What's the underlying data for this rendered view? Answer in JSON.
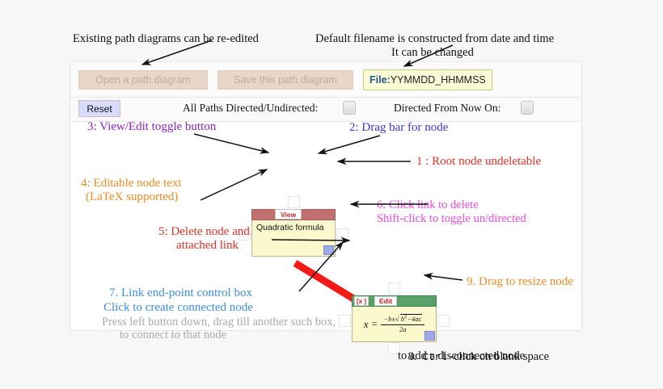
{
  "callouts": {
    "top_left": "Existing path diagrams can be re-edited",
    "top_right_line1": "Default filename is constructed from date and time",
    "top_right_line2": "It can be changed",
    "c3": "3: View/Edit toggle button",
    "c2": "2: Drag bar for node",
    "c1": "1 : Root node undeletable",
    "c4_line1": "4: Editable node text",
    "c4_line2": "(LaTeX supported)",
    "c6_line1": "6: Click link to delete",
    "c6_line2": "Shift-click to toggle un/directed",
    "c5_line1": "5: Delete node and",
    "c5_line2": "attached link",
    "c9": "9. Drag to resize node",
    "c7_line1": "7. Link end-point control box",
    "c7_line2": "Click to create connected node",
    "hint_line1": "Press left button down, drag till another such box,",
    "hint_line2": "to connect to that node",
    "c8_prefix": "8.  ",
    "c8_ctrl": "Ctrl",
    "c8_rest": " -click on blank space",
    "c8_line2": "to add a disconnected node"
  },
  "toolbar": {
    "open_label": "Open a path diagram",
    "save_label": "Save this path diagram",
    "file_label": "File:",
    "file_value": "YYMMDD_HHMMSS",
    "reset_label": "Reset",
    "all_paths_label": "All Paths Directed/Undirected:",
    "directed_now_label": "Directed From Now On:",
    "all_paths_toggle": "",
    "directed_now_toggle": ""
  },
  "nodes": [
    {
      "id": "node1",
      "header_button": "View",
      "text": "Quadratic formula",
      "header_color": "#c0706e",
      "body_color": "#fbf8cd"
    },
    {
      "id": "node2",
      "delete_button": "[x ]",
      "edit_button": "Edit",
      "formula_lhs": "x",
      "formula_eq": "=",
      "formula_numerator": "−b±√b²−4ac",
      "formula_denominator": "2a",
      "header_color": "#59a06a",
      "body_color": "#fbf8cd"
    }
  ],
  "link": {
    "color": "#f41b17",
    "directed": false
  },
  "colors": {
    "accent_purple": "#8b22c8",
    "accent_blue": "#3a3ad0",
    "accent_red": "#e03024",
    "accent_magenta": "#ef4ae0",
    "accent_orange": "#f08a23",
    "accent_lightblue": "#3d8ee0",
    "hint_gray": "#a9a9a9",
    "panel_bg": "#ffffff",
    "page_bg": "#f7f7f7"
  }
}
